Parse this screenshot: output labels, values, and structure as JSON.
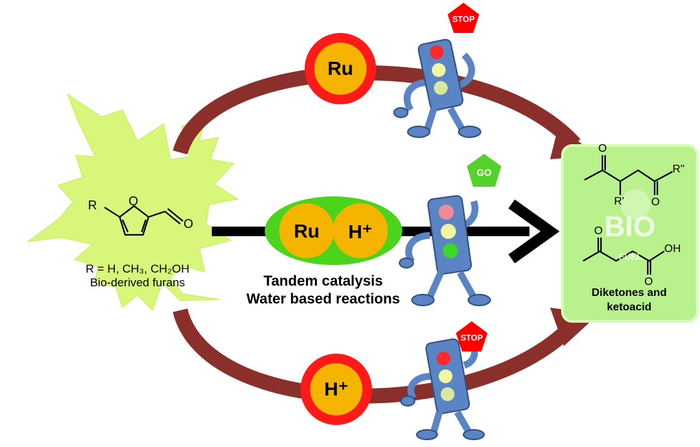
{
  "leaf": {
    "r_group": "R",
    "oxygen": "O",
    "substituents": "R = H, CH₃, CH₂OH",
    "caption": "Bio-derived furans"
  },
  "top_path": {
    "catalyst": "Ru",
    "sign": "STOP"
  },
  "middle_path": {
    "catalyst_1": "Ru",
    "catalyst_2": "H⁺",
    "sign": "GO",
    "caption_line1": "Tandem catalysis",
    "caption_line2": "Water based reactions"
  },
  "bottom_path": {
    "catalyst": "H⁺",
    "sign": "STOP"
  },
  "product_box": {
    "watermark_main": "BIO",
    "watermark_sub": "FUEL",
    "r_prime": "R'",
    "r_double_prime": "R''",
    "oxygen": "O",
    "hydroxyl": "OH",
    "caption_line1": "Diketones and",
    "caption_line2": "ketoacid"
  },
  "colors": {
    "leaf": "#d8f77a",
    "arrow": "#8b2f2a",
    "catalyst_ring": "#ff1a1a",
    "catalyst_core": "#f5b400",
    "tandem_oval": "#4cd31c",
    "robot": "#5b84c4",
    "stop_sign": "#ff0000",
    "go_sign": "#55d12b",
    "product_box": "#b9f28d"
  },
  "icons": [
    "maple-leaf",
    "traffic-light-robot",
    "stop-sign",
    "go-sign",
    "curved-arrow"
  ]
}
